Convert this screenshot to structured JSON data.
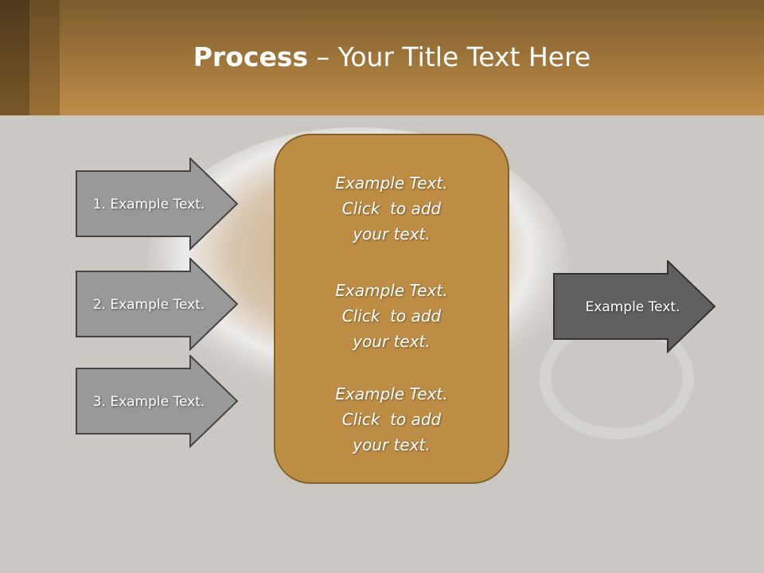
{
  "header": {
    "title_bold": "Process",
    "title_rest": " – Your Title Text Here"
  },
  "inputs": [
    {
      "label": "1. Example Text."
    },
    {
      "label": "2. Example Text."
    },
    {
      "label": "3. Example Text."
    }
  ],
  "center": {
    "blocks": [
      {
        "l1": "Example Text.",
        "l2": "Click  to add",
        "l3": "your text."
      },
      {
        "l1": "Example Text.",
        "l2": "Click  to add",
        "l3": "your text."
      },
      {
        "l1": "Example Text.",
        "l2": "Click  to add",
        "l3": "your text."
      }
    ]
  },
  "output": {
    "label": "Example Text."
  },
  "colors": {
    "accent": "#bd8c45",
    "input_arrow": "#999999",
    "output_arrow": "#606060"
  }
}
